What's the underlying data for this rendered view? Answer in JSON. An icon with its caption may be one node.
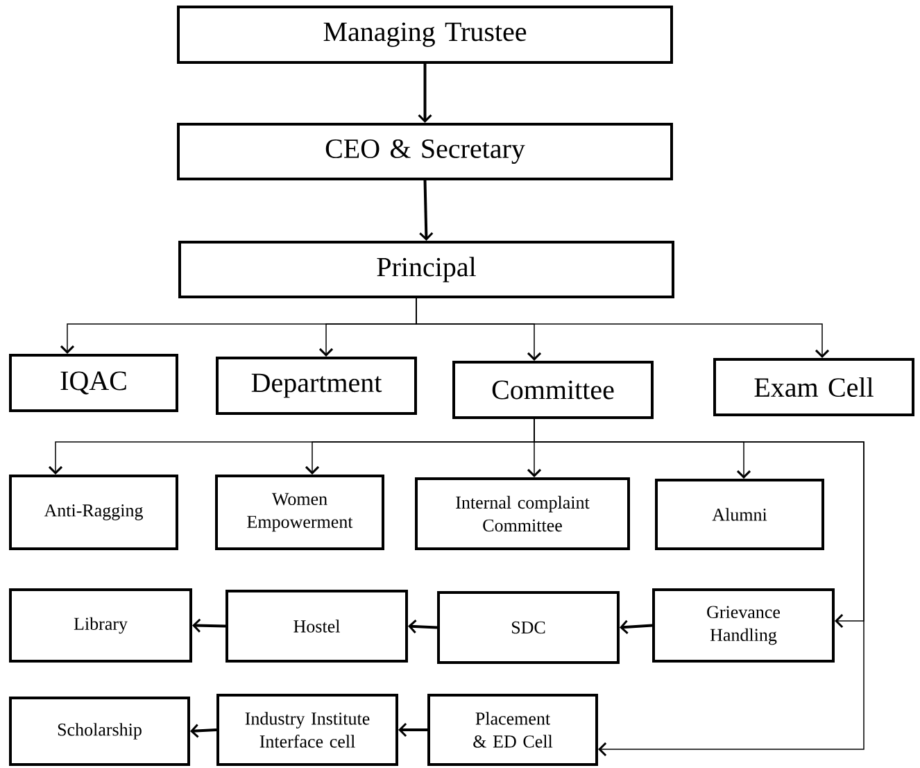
{
  "diagram": {
    "nodes": [
      {
        "text": [
          "Managing Trustee"
        ]
      },
      {
        "text": [
          "CEO & Secretary"
        ]
      },
      {
        "text": [
          "Principal"
        ]
      },
      {
        "text": [
          "IQAC"
        ]
      },
      {
        "text": [
          "Department"
        ]
      },
      {
        "text": [
          "Committee"
        ]
      },
      {
        "text": [
          "Exam Cell"
        ]
      },
      {
        "text": [
          "Anti-Ragging"
        ]
      },
      {
        "text": [
          "Women Empowerment"
        ]
      },
      {
        "text": [
          "Internal complaint Committee"
        ]
      },
      {
        "text": [
          "Alumni"
        ]
      },
      {
        "text": [
          "Library"
        ]
      },
      {
        "text": [
          "Hostel"
        ]
      },
      {
        "text": [
          "SDC"
        ]
      },
      {
        "text": [
          "Grievance Handling"
        ]
      },
      {
        "text": [
          "Scholarship"
        ]
      },
      {
        "text": [
          "Industry Institute Interface cell"
        ]
      },
      {
        "text": [
          "Placement & ED Cell"
        ]
      }
    ],
    "edges": [
      {
        "from": 0,
        "to": 1,
        "arrow": "to",
        "style": "thick"
      },
      {
        "from": 1,
        "to": 2,
        "arrow": "to",
        "style": "thick"
      },
      {
        "from": 2,
        "to": 3,
        "arrow": "to"
      },
      {
        "from": 2,
        "to": 4,
        "arrow": "to"
      },
      {
        "from": 2,
        "to": 5,
        "arrow": "to"
      },
      {
        "from": 2,
        "to": 6,
        "arrow": "to"
      },
      {
        "from": 5,
        "to": 7,
        "arrow": "to"
      },
      {
        "from": 5,
        "to": 8,
        "arrow": "to"
      },
      {
        "from": 5,
        "to": 9,
        "arrow": "to"
      },
      {
        "from": 5,
        "to": 10,
        "arrow": "to"
      },
      {
        "from": 5,
        "to": 14,
        "arrow": "to"
      },
      {
        "from": 5,
        "to": 17,
        "arrow": "to"
      },
      {
        "from": 14,
        "to": 13,
        "arrow": "to",
        "style": "thick"
      },
      {
        "from": 13,
        "to": 12,
        "arrow": "to",
        "style": "thick"
      },
      {
        "from": 12,
        "to": 11,
        "arrow": "to",
        "style": "thick"
      },
      {
        "from": 17,
        "to": 16,
        "arrow": "to",
        "style": "thick"
      },
      {
        "from": 16,
        "to": 15,
        "arrow": "to",
        "style": "thick"
      }
    ]
  }
}
